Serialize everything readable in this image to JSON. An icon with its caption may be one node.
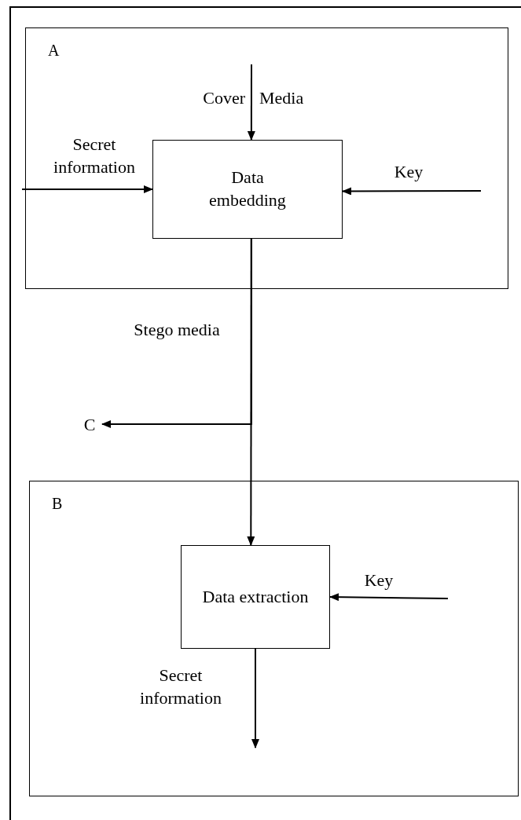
{
  "diagram": {
    "nodes": [
      {
        "text": [
          "A"
        ]
      },
      {
        "text": [
          "Data embedding"
        ],
        "in": 0
      },
      {
        "text": [
          "C"
        ]
      },
      {
        "text": [
          "B"
        ]
      },
      {
        "text": [
          "Data extraction"
        ],
        "in": 3
      }
    ],
    "edges": [
      {
        "from": null,
        "to": 1,
        "arrow": "to"
      },
      {
        "from": null,
        "to": 1,
        "arrow": "to",
        "label": "Secret information"
      },
      {
        "from": null,
        "to": 1,
        "arrow": "to",
        "label": "Key"
      },
      {
        "from": 1,
        "to": 4,
        "arrow": "to",
        "label": "Stego media"
      },
      {
        "from": 1,
        "to": 2,
        "arrow": "to"
      },
      {
        "from": 4,
        "to": null,
        "arrow": "to",
        "label": "Secret information"
      },
      {
        "from": null,
        "to": 4,
        "arrow": "to",
        "label": "Key"
      }
    ],
    "labels": [
      "Cover",
      "Media"
    ]
  }
}
